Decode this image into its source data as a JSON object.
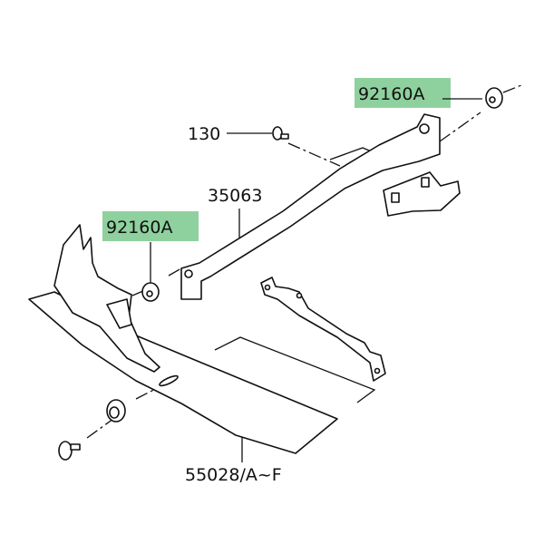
{
  "labels": {
    "grommet_top": "92160A",
    "bolt": "130",
    "bracket": "35063",
    "grommet_left": "92160A",
    "cowl": "55028/A~F"
  },
  "colors": {
    "highlight": "#8fd19e",
    "line": "#111111"
  }
}
